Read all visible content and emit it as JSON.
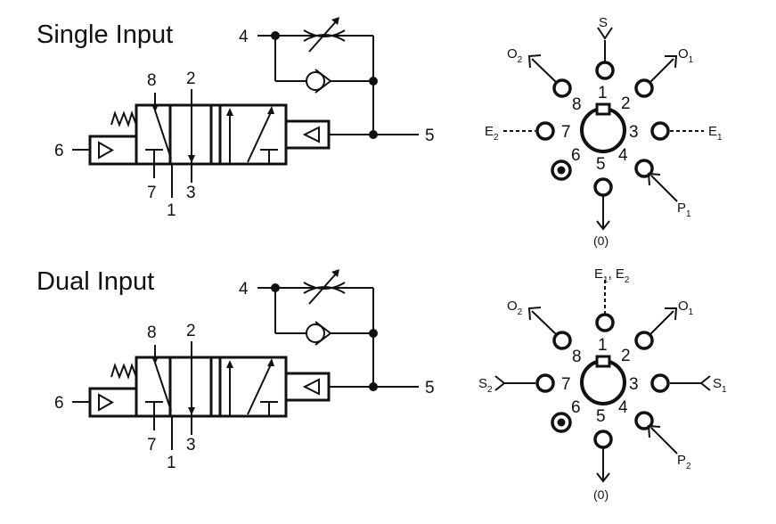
{
  "sections": [
    {
      "title": "Single Input",
      "valve_ports": [
        "8",
        "2",
        "6",
        "7",
        "1",
        "3",
        "4",
        "5"
      ],
      "face": {
        "ports": [
          "1",
          "2",
          "3",
          "4",
          "5",
          "6",
          "7",
          "8"
        ],
        "labels": {
          "top": {
            "main": "S",
            "sub": ""
          },
          "top_right": {
            "main": "O",
            "sub": "1"
          },
          "top_left": {
            "main": "O",
            "sub": "2"
          },
          "right": {
            "main": "E",
            "sub": "1"
          },
          "left": {
            "main": "E",
            "sub": "2"
          },
          "bottom_right": {
            "main": "P",
            "sub": "1"
          },
          "bottom": {
            "main": "(0)",
            "sub": ""
          }
        }
      }
    },
    {
      "title": "Dual Input",
      "valve_ports": [
        "8",
        "2",
        "6",
        "7",
        "1",
        "3",
        "4",
        "5"
      ],
      "face": {
        "ports": [
          "1",
          "2",
          "3",
          "4",
          "5",
          "6",
          "7",
          "8"
        ],
        "labels": {
          "top": {
            "main": "E",
            "sub": "1",
            "main2": ", E",
            "sub2": "2"
          },
          "top_right": {
            "main": "O",
            "sub": "1"
          },
          "top_left": {
            "main": "O",
            "sub": "2"
          },
          "right": {
            "main": "S",
            "sub": "1"
          },
          "left": {
            "main": "S",
            "sub": "2"
          },
          "bottom_right": {
            "main": "P",
            "sub": "2"
          },
          "bottom": {
            "main": "(0)",
            "sub": ""
          }
        }
      }
    }
  ]
}
